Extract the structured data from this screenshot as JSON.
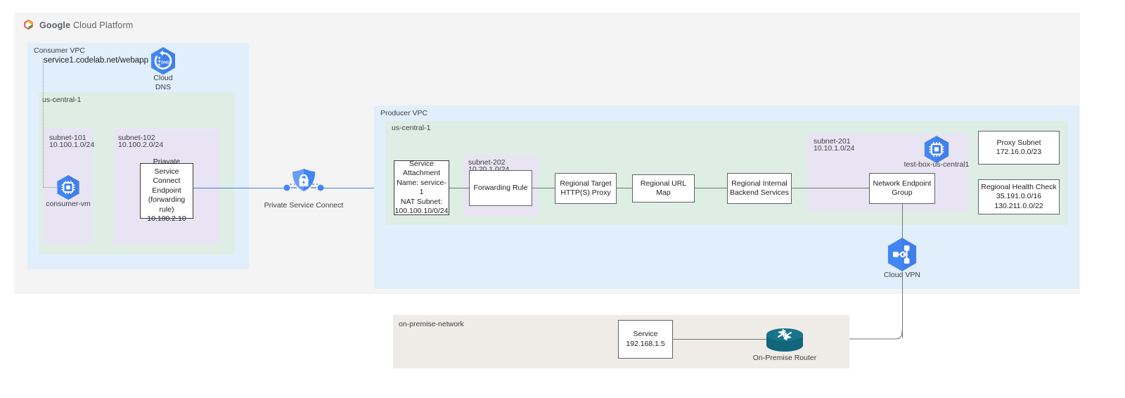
{
  "brand": {
    "logo_icon": "google-cloud-logo-icon",
    "name_bold": "Google",
    "name_rest": "Cloud Platform"
  },
  "consumer": {
    "vpc_label": "Consumer VPC",
    "region_label": "us-central-1",
    "domain_label": "service1.codelab.net/webapp",
    "dns": {
      "icon": "cloud-dns-icon",
      "line1": "Cloud",
      "line2": "DNS"
    },
    "subnets": [
      {
        "name": "subnet-101",
        "cidr": "10.100.1.0/24"
      },
      {
        "name": "subnet-102",
        "cidr": "10.100.2.0/24"
      }
    ],
    "vm": {
      "icon": "compute-engine-vm-icon",
      "label": "consumer-vm"
    },
    "psc_endpoint": {
      "line1": "Priavate Service",
      "line2": "Connect Endpoint",
      "line3": "(forwarding rule)",
      "line4": "10.100.2.10"
    }
  },
  "psc": {
    "icon": "private-service-connect-shield-icon",
    "label": "Private Service Connect"
  },
  "producer": {
    "vpc_label": "Producer VPC",
    "region_label": "us-central-1",
    "service_attachment": {
      "line1": "Service",
      "line2": "Attachment",
      "line3": "Name: service-1",
      "line4": "NAT Subnet:",
      "line5": "100.100.10/0/24"
    },
    "subnet_202": {
      "name": "subnet-202",
      "cidr": "10.20.1.0/24"
    },
    "subnet_201": {
      "name": "subnet-201",
      "cidr": "10.10.1.0/24"
    },
    "chain": [
      {
        "line1": "Forwarding Rule",
        "line2": ""
      },
      {
        "line1": "Regional Target",
        "line2": "HTTP(S) Proxy"
      },
      {
        "line1": "Regional URL Map",
        "line2": ""
      },
      {
        "line1": "Regional Internal",
        "line2": "Backend Services"
      },
      {
        "line1": "Network Endpoint",
        "line2": "Group"
      }
    ],
    "test_box": {
      "icon": "compute-engine-vm-icon",
      "label": "test-box-us-central1"
    },
    "proxy_subnet": {
      "line1": "Proxy Subnet",
      "line2": "172.16.0.0/23"
    },
    "health_check": {
      "line1": "Regional Health Check",
      "line2": "35.191.0.0/16",
      "line3": "130.211.0.0/22"
    },
    "vpn": {
      "icon": "cloud-vpn-icon",
      "label": "Cloud VPN"
    }
  },
  "onpremise": {
    "label": "on-premise-network",
    "service": {
      "line1": "Service",
      "line2": "192.168.1.5"
    },
    "router": {
      "icon": "router-icon",
      "label": "On-Premise Router"
    }
  },
  "colors": {
    "vpc_blue": "#e1effc",
    "region_green": "#deeee5",
    "subnet_purple": "#e9e4f3",
    "onprem_beige": "#efece8",
    "panel_gray": "#f4f4f4",
    "gcp_blue": "#4285f4",
    "link_blue": "#4a7fd4",
    "link_gray": "#6b7a71",
    "router_teal": "#13697f"
  }
}
